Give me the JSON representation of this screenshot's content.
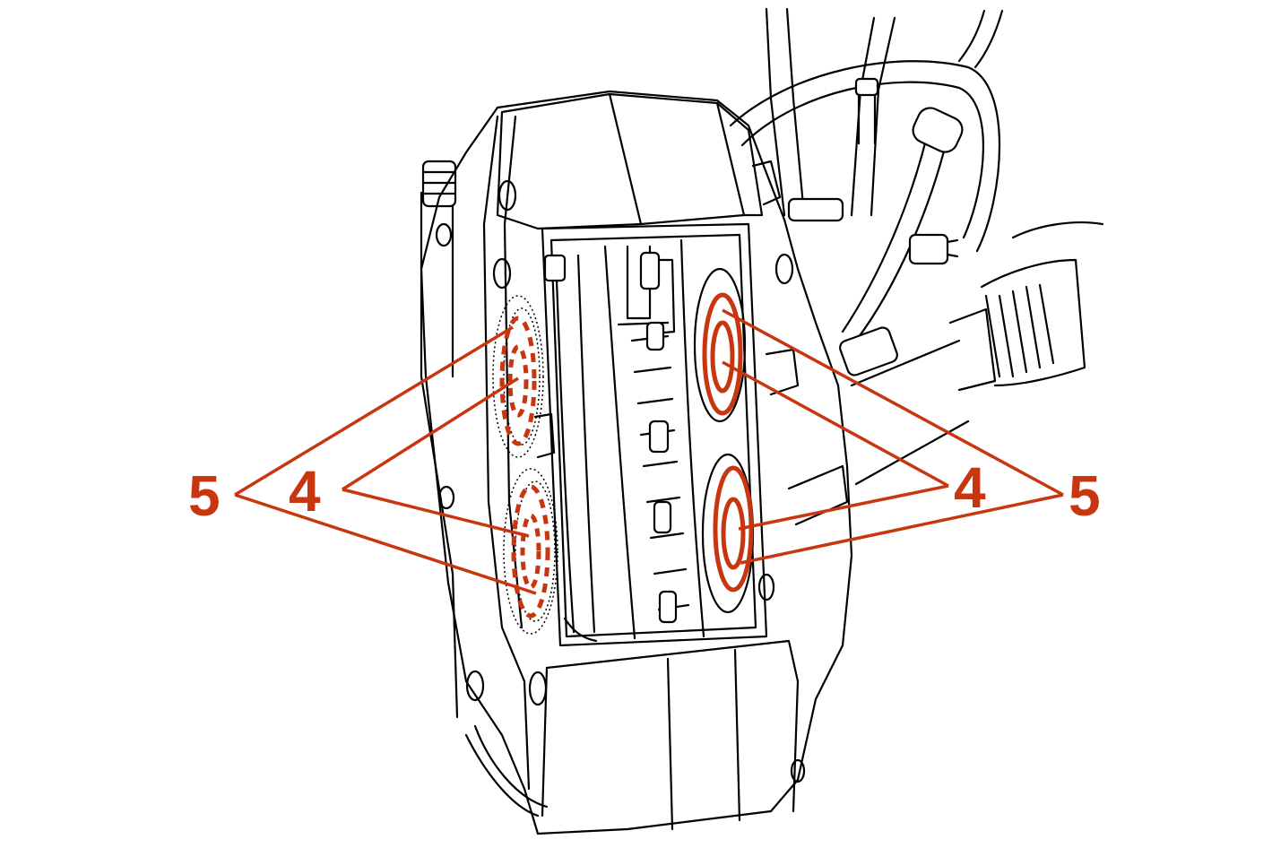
{
  "colors": {
    "accent": "#c8360f",
    "line": "#000000",
    "background": "#ffffff"
  },
  "callouts": {
    "left_outer": "5",
    "left_inner": "4",
    "right_inner": "4",
    "right_outer": "5"
  }
}
